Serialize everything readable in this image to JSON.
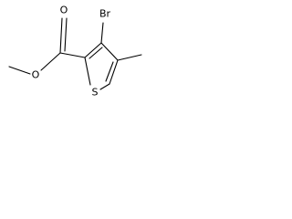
{
  "molecule": {
    "atoms": {
      "bromine": "Br",
      "sulfur": "S",
      "carbonyl_oxygen": "O",
      "ester_oxygen": "O"
    }
  }
}
